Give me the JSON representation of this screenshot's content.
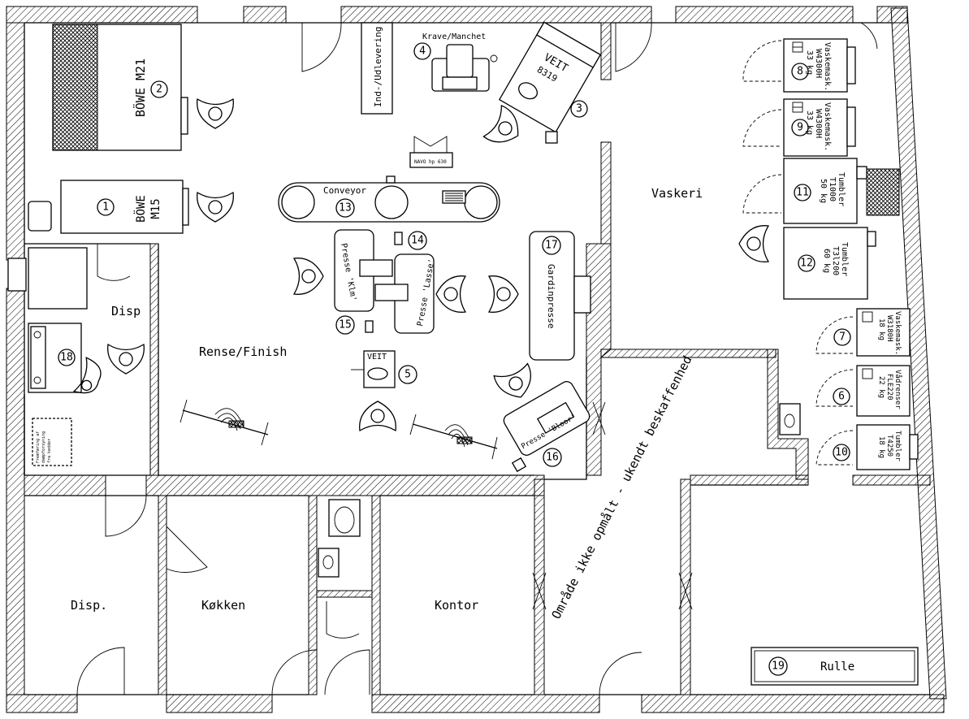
{
  "rooms": {
    "rense_finish": "Rense/Finish",
    "vaskeri": "Vaskeri",
    "disp_upper": "Disp",
    "disp_lower": "Disp.",
    "kokken": "Køkken",
    "kontor": "Kontor"
  },
  "labels": {
    "ind_udlevering": "Ind-/Udlevering",
    "krave_manchet": "Krave/Manchet",
    "conveyor": "Conveyor",
    "navo": "NAVO hp 630",
    "veit_top": "VEIT",
    "veit_top_model": "8319",
    "veit_press": "VEIT",
    "rulle": "Rulle",
    "unmeasured_note": "Område ikke opmålt - ukendt beskaffenhed",
    "remover_sign_1": "Fremføring af",
    "remover_sign_2": "dampforsyning",
    "remover_sign_3": "fra kedder"
  },
  "machines": [
    {
      "num": "1",
      "text": [
        "BÖWE",
        "M15"
      ]
    },
    {
      "num": "2",
      "text": [
        "BÖWE M21"
      ]
    },
    {
      "num": "3",
      "text": []
    },
    {
      "num": "4",
      "text": []
    },
    {
      "num": "5",
      "text": []
    },
    {
      "num": "6",
      "text": [
        "Vådrenser",
        "FLE220",
        "22 kg"
      ]
    },
    {
      "num": "7",
      "text": [
        "Vaskemask.",
        "W3180H",
        "18 kg"
      ]
    },
    {
      "num": "8",
      "text": [
        "Vaskemask.",
        "W4300H",
        "33 kg"
      ]
    },
    {
      "num": "9",
      "text": [
        "Vaskemask.",
        "W4300H",
        "33 kg"
      ]
    },
    {
      "num": "10",
      "text": [
        "Tumbler",
        "T4250",
        "18 kg"
      ]
    },
    {
      "num": "11",
      "text": [
        "Tumbler",
        "T1000",
        "50 kg"
      ]
    },
    {
      "num": "12",
      "text": [
        "Tumbler",
        "T3l200",
        "60 kg"
      ]
    },
    {
      "num": "13",
      "text": []
    },
    {
      "num": "14",
      "text": []
    },
    {
      "num": "15",
      "text": [
        "Presse 'Klm'"
      ]
    },
    {
      "num": "16",
      "text": [
        "Presse 'Bloor'"
      ]
    },
    {
      "num": "17",
      "text": [
        "Gardinpresse"
      ]
    },
    {
      "num": "18",
      "text": []
    },
    {
      "num": "19",
      "text": []
    }
  ],
  "extra_labels": {
    "presse_lasse": "Presse 'Lasse'"
  }
}
